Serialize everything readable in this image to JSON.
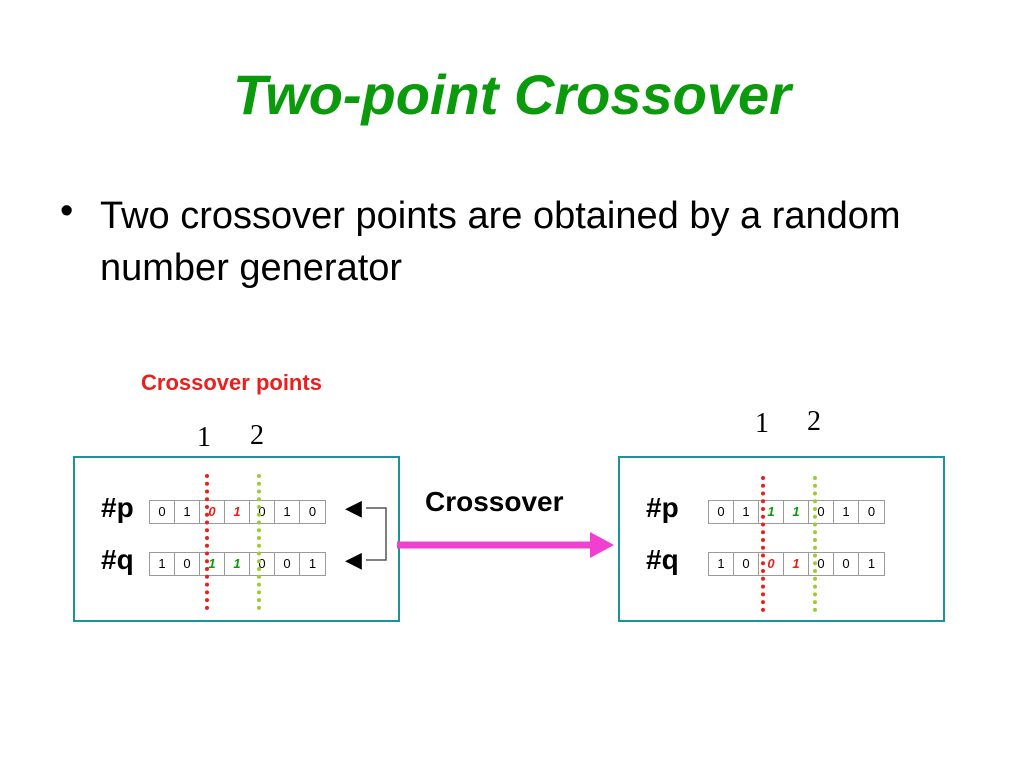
{
  "title": "Two-point Crossover",
  "bullet": {
    "marker": "•",
    "text": "Two crossover points are obtained by a random number generator"
  },
  "diagram": {
    "crossover_points_label": "Crossover points",
    "action_label": "Crossover",
    "point_labels": [
      "1",
      "2"
    ],
    "colors": {
      "panel_border": "#1a9595",
      "arrow": "#f040d0",
      "point1_line": "#e8201e",
      "point2_line": "#9acd32",
      "title": "#0b9a0b",
      "swapped_red": "#e8201e",
      "swapped_green": "#0b9a0b"
    },
    "before": {
      "p": {
        "label": "#p",
        "bits": [
          "0",
          "1",
          "0",
          "1",
          "0",
          "1",
          "0"
        ]
      },
      "q": {
        "label": "#q",
        "bits": [
          "1",
          "0",
          "1",
          "1",
          "0",
          "0",
          "1"
        ]
      }
    },
    "after": {
      "p": {
        "label": "#p",
        "bits": [
          "0",
          "1",
          "1",
          "1",
          "0",
          "1",
          "0"
        ]
      },
      "q": {
        "label": "#q",
        "bits": [
          "1",
          "0",
          "0",
          "1",
          "0",
          "0",
          "1"
        ]
      }
    },
    "pointer_icon": "left-triangle-arrow"
  }
}
